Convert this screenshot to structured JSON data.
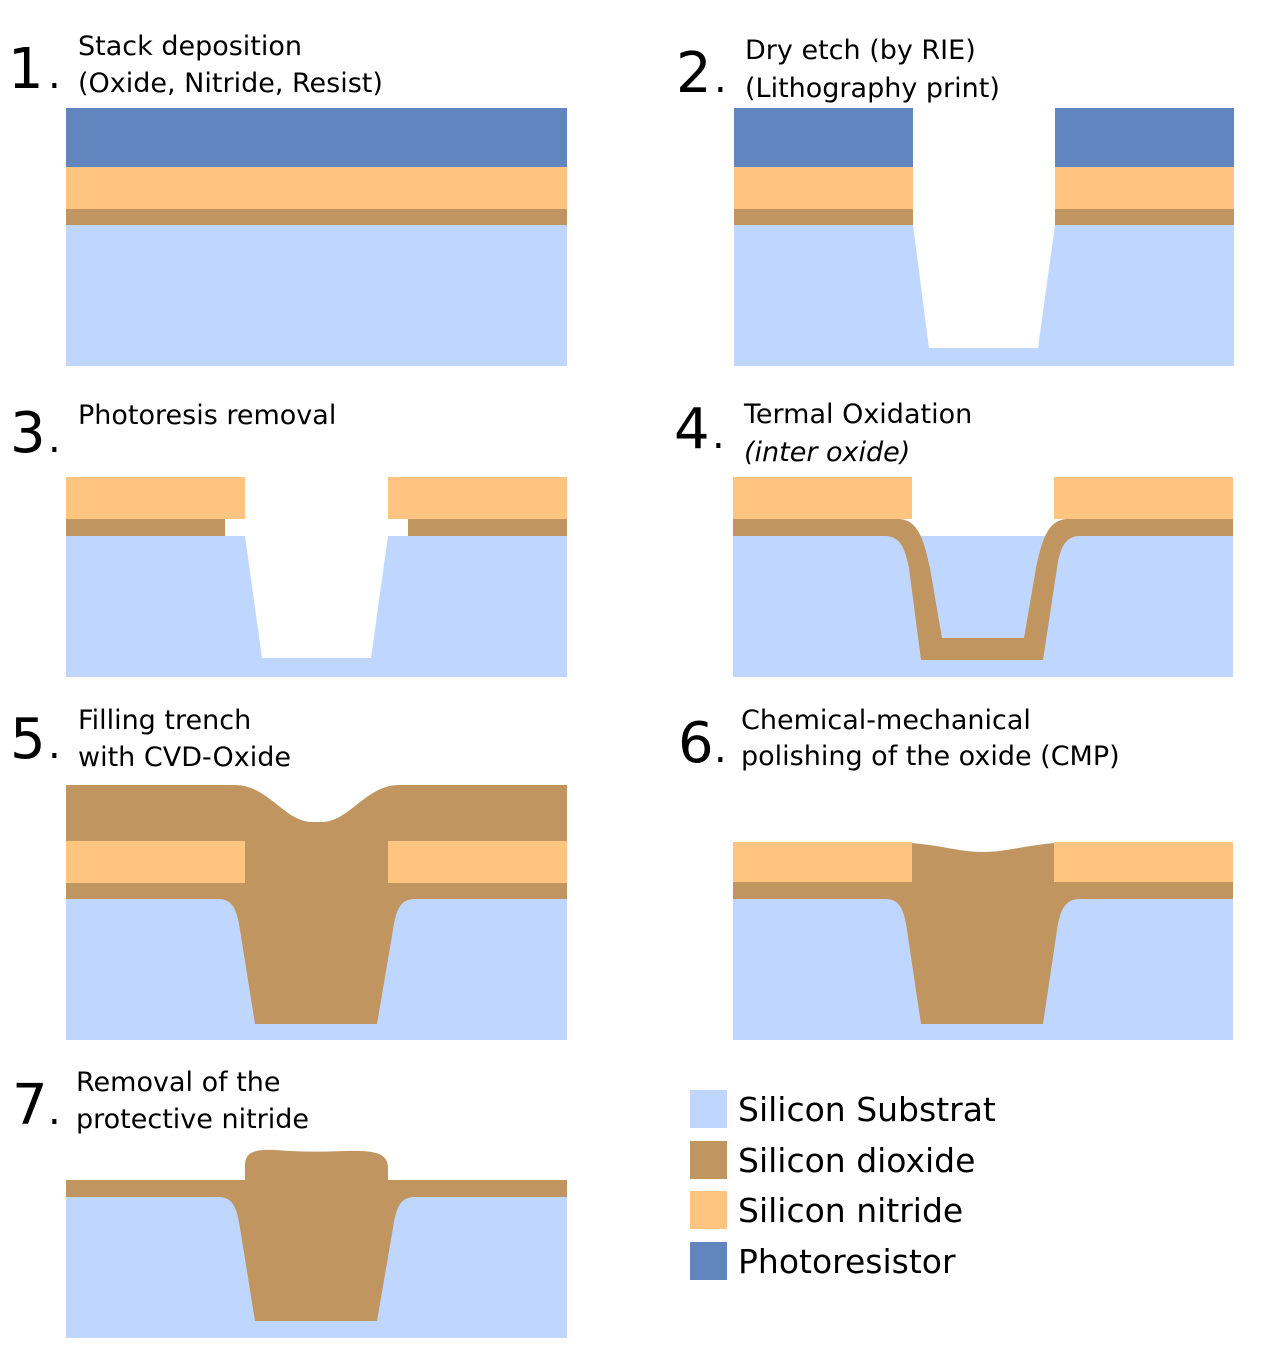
{
  "colors": {
    "silicon_substrat": "#bfd7ff",
    "silicon_dioxide": "#c09560",
    "silicon_nitride": "#ffc580",
    "photoresistor": "#6185bf"
  },
  "steps": [
    {
      "number": "1",
      "dot": ".",
      "line1": "Stack deposition",
      "line2": "(Oxide, Nitride, Resist)"
    },
    {
      "number": "2",
      "dot": ".",
      "line1": "Dry etch (by RIE)",
      "line2": "(Lithography print)"
    },
    {
      "number": "3",
      "dot": ".",
      "line1": "Photoresis removal",
      "line2": ""
    },
    {
      "number": "4",
      "dot": ".",
      "line1": "Termal Oxidation",
      "line2": "(inter oxide)"
    },
    {
      "number": "5",
      "dot": ".",
      "line1": "Filling trench",
      "line2": "with CVD-Oxide"
    },
    {
      "number": "6",
      "dot": ".",
      "line1": "Chemical-mechanical",
      "line2": "polishing of the oxide (CMP)"
    },
    {
      "number": "7",
      "dot": ".",
      "line1": "Removal of the",
      "line2": "protective nitride"
    }
  ],
  "legend": [
    {
      "label": "Silicon Substrat",
      "color": "#bfd7ff"
    },
    {
      "label": "Silicon dioxide",
      "color": "#c09560"
    },
    {
      "label": "Silicon nitride",
      "color": "#ffc580"
    },
    {
      "label": "Photoresistor",
      "color": "#6185bf"
    }
  ]
}
